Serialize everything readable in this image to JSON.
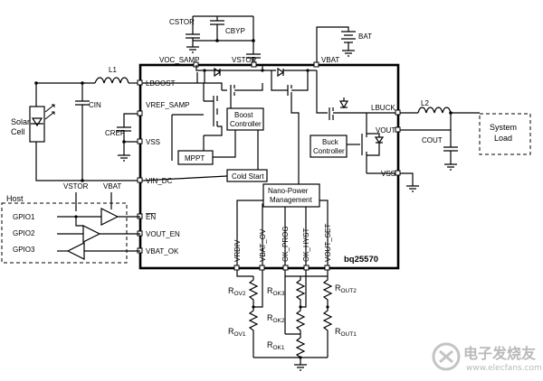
{
  "ic": {
    "part_number": "bq25570"
  },
  "pins": {
    "voc_samp": "VOC_SAMP",
    "vstor": "VSTOR",
    "vbat": "VBAT",
    "lboost": "LBOOST",
    "vref_samp": "VREF_SAMP",
    "vss_left": "VSS",
    "vin_dc": "VIN_DC",
    "en": "EN",
    "vout_en": "VOUT_EN",
    "vbat_ok": "VBAT_OK",
    "lbuck": "LBUCK",
    "vout": "VOUT",
    "vss_right": "VSS",
    "vrdiv": "VRDIV",
    "vbat_ov": "VBAT_OV",
    "ok_prog": "OK_PROG",
    "ok_hyst": "OK_HYST",
    "vout_set": "VOUT_SET"
  },
  "blocks": {
    "boost_controller": [
      "Boost",
      "Controller"
    ],
    "buck_controller": [
      "Buck",
      "Controller"
    ],
    "mppt": "MPPT",
    "cold_start": "Cold Start",
    "nano_power": [
      "Nano-Power",
      "Management"
    ]
  },
  "labels": {
    "cstor": "CSTOR",
    "cbyp": "CBYP",
    "bat": "BAT",
    "l1": "L1",
    "cin": "CIN",
    "cref": "CREF",
    "solar_cell": [
      "Solar",
      "Cell"
    ],
    "l2": "L2",
    "cout": "COUT",
    "system_load": [
      "System",
      "Load"
    ],
    "host": "Host",
    "host_vstor": "VSTOR",
    "host_vbat": "VBAT",
    "gpio1": "GPIO1",
    "gpio2": "GPIO2",
    "gpio3": "GPIO3"
  },
  "resistors": {
    "rov2_sub": "OV2",
    "rov1_sub": "OV1",
    "rok3_sub": "OK3",
    "rok2_sub": "OK2",
    "rok1_sub": "OK1",
    "rout2_sub": "OUT2",
    "rout1_sub": "OUT1"
  },
  "watermark": {
    "cn": "电子发烧友",
    "url": "www.elecfans.com"
  }
}
